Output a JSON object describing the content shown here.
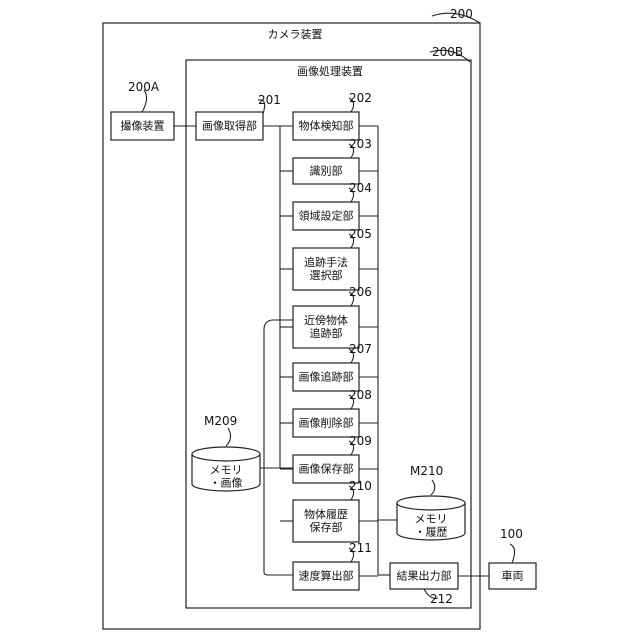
{
  "camera_device": {
    "label": "カメラ装置",
    "ref": "200"
  },
  "image_processor": {
    "label": "画像処理装置",
    "ref": "200B"
  },
  "imaging_unit": {
    "label": "撮像装置",
    "ref": "200A"
  },
  "acquisition_unit": {
    "label": "画像取得部",
    "ref": "201"
  },
  "units": [
    {
      "ref": "202",
      "lines": [
        "物体検知部"
      ]
    },
    {
      "ref": "203",
      "lines": [
        "識別部"
      ]
    },
    {
      "ref": "204",
      "lines": [
        "領域設定部"
      ]
    },
    {
      "ref": "205",
      "lines": [
        "追跡手法",
        "選択部"
      ]
    },
    {
      "ref": "206",
      "lines": [
        "近傍物体",
        "追跡部"
      ]
    },
    {
      "ref": "207",
      "lines": [
        "画像追跡部"
      ]
    },
    {
      "ref": "208",
      "lines": [
        "画像削除部"
      ]
    },
    {
      "ref": "209",
      "lines": [
        "画像保存部"
      ]
    },
    {
      "ref": "210",
      "lines": [
        "物体履歴",
        "保存部"
      ]
    },
    {
      "ref": "211",
      "lines": [
        "速度算出部"
      ]
    }
  ],
  "result_output": {
    "label": "結果出力部",
    "ref": "212"
  },
  "vehicle": {
    "label": "車両",
    "ref": "100"
  },
  "memory_image": {
    "ref": "M209",
    "lines": [
      "メモリ",
      "・画像"
    ]
  },
  "memory_history": {
    "ref": "M210",
    "lines": [
      "メモリ",
      "・履歴"
    ]
  }
}
